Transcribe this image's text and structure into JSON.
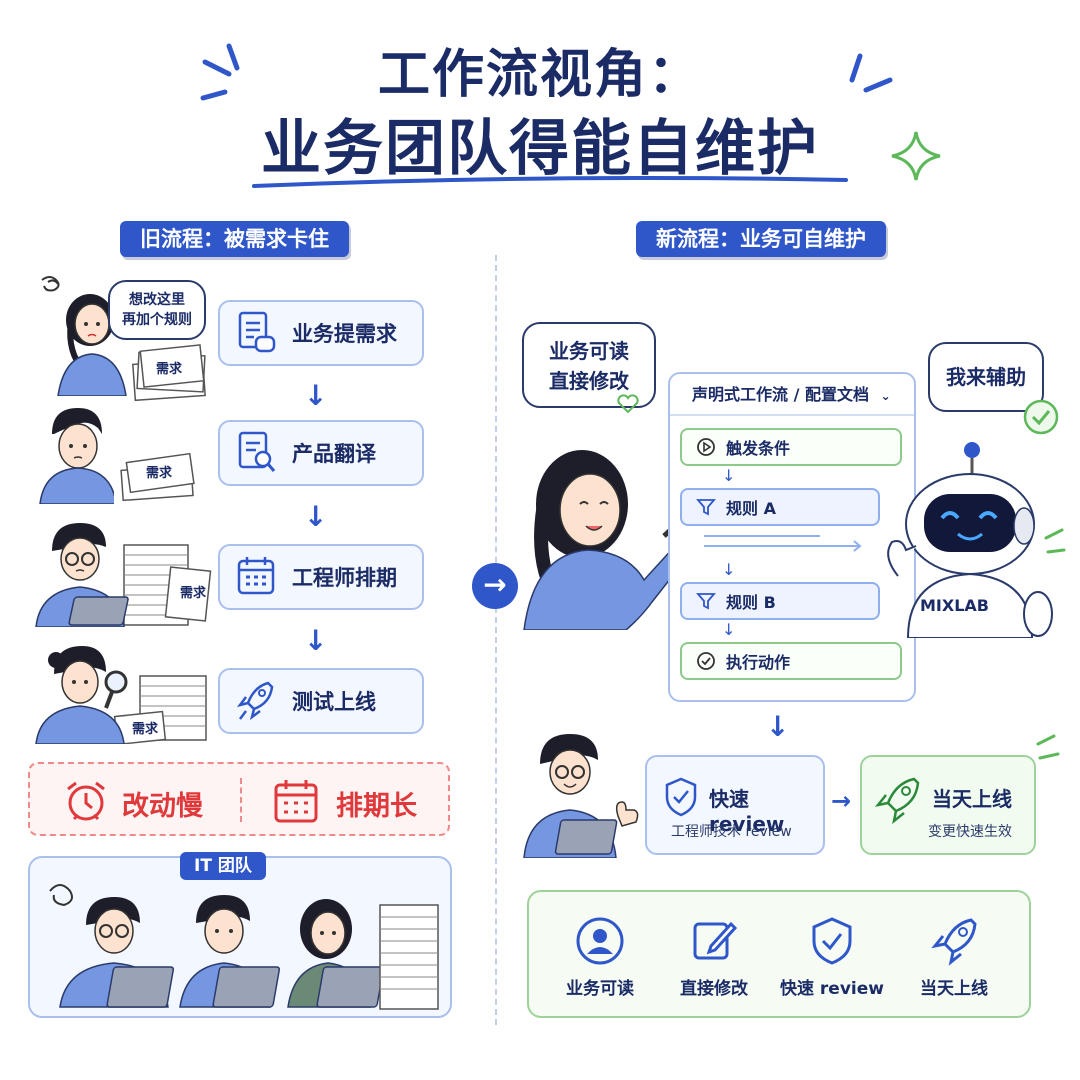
{
  "title": {
    "line1": "工作流视角：",
    "line2": "业务团队得能自维护"
  },
  "old_flow": {
    "tag": "旧流程：被需求卡住",
    "speech": {
      "line1": "想改这里",
      "line2": "再加个规则"
    },
    "paper_label": "需求",
    "steps": [
      {
        "label": "业务提需求",
        "icon": "document-chat-icon"
      },
      {
        "label": "产品翻译",
        "icon": "document-search-icon"
      },
      {
        "label": "工程师排期",
        "icon": "calendar-icon"
      },
      {
        "label": "测试上线",
        "icon": "rocket-icon"
      }
    ],
    "problems": [
      {
        "label": "改动慢",
        "icon": "alarm-clock-icon"
      },
      {
        "label": "排期长",
        "icon": "calendar-icon"
      }
    ],
    "it_team_label": "IT 团队"
  },
  "new_flow": {
    "tag": "新流程：业务可自维护",
    "user_speech": {
      "line1": "业务可读",
      "line2": "直接修改"
    },
    "robot_speech": "我来辅助",
    "robot_name": "MIXLAB",
    "doc": {
      "header": "声明式工作流 / 配置文档",
      "nodes": [
        {
          "label": "触发条件",
          "icon": "play-icon",
          "style": "green"
        },
        {
          "label": "规则 A",
          "icon": "filter-icon",
          "style": "blue"
        },
        {
          "label": "规则 B",
          "icon": "filter-icon",
          "style": "blue"
        },
        {
          "label": "执行动作",
          "icon": "check-circle-icon",
          "style": "green"
        }
      ]
    },
    "review": {
      "title": "快速 review",
      "sub": "工程师技术 review"
    },
    "launch": {
      "title": "当天上线",
      "sub": "变更快速生效"
    },
    "summary": [
      {
        "label": "业务可读",
        "icon": "user-icon"
      },
      {
        "label": "直接修改",
        "icon": "edit-icon"
      },
      {
        "label": "快速 review",
        "icon": "shield-check-icon"
      },
      {
        "label": "当天上线",
        "icon": "rocket-icon"
      }
    ]
  },
  "colors": {
    "primary": "#2f57c9",
    "navy": "#1b2b66",
    "alert": "#e0393b",
    "green": "#5db85a",
    "panel": "#f3f7ff"
  }
}
